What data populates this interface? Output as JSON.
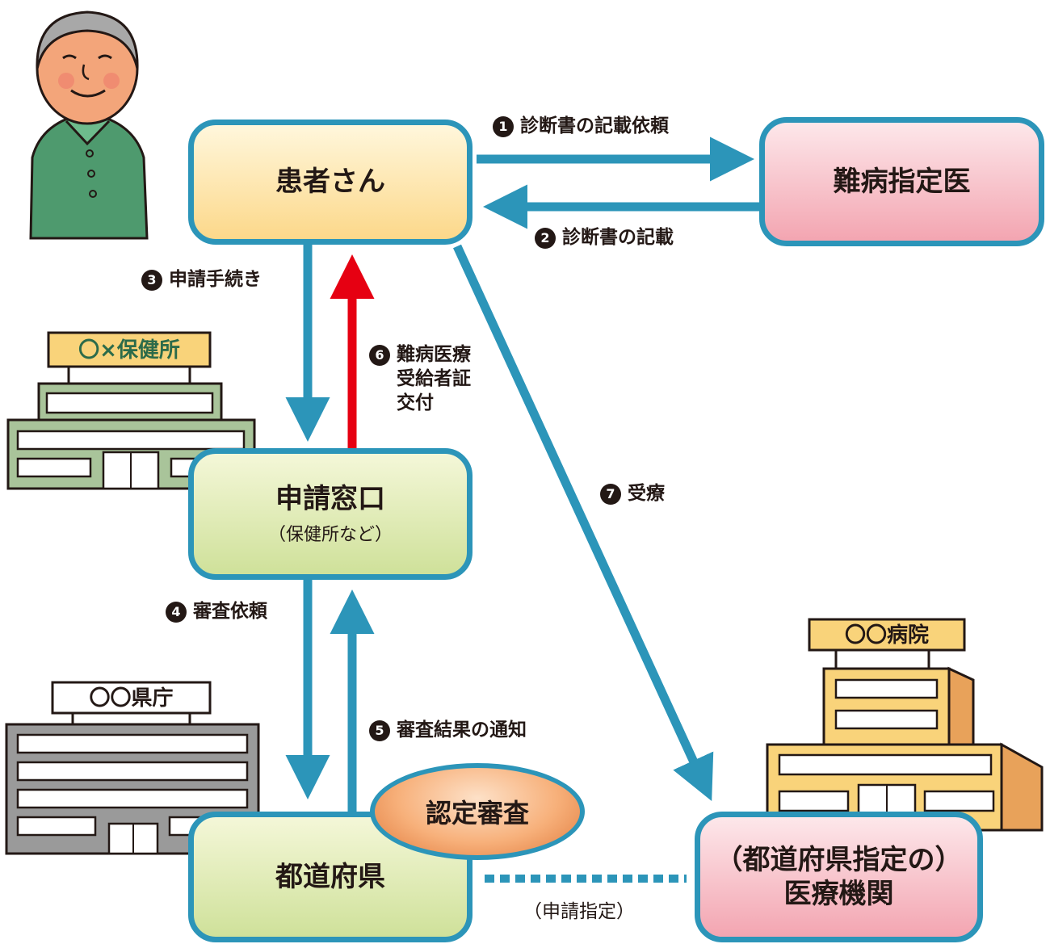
{
  "nodes": {
    "patient": "患者さん",
    "designated_doctor": "難病指定医",
    "window": "申請窓口",
    "window_sub": "（保健所など）",
    "prefecture": "都道府県",
    "institution_line1": "（都道府県指定の）",
    "institution_line2": "医療機関",
    "review": "認定審査"
  },
  "steps": [
    {
      "num": "1",
      "text": "診断書の記載依頼"
    },
    {
      "num": "2",
      "text": "診断書の記載"
    },
    {
      "num": "3",
      "text": "申請手続き"
    },
    {
      "num": "4",
      "text": "審査依頼"
    },
    {
      "num": "5",
      "text": "審査結果の通知"
    },
    {
      "num": "6",
      "lines": [
        "難病医療",
        "受給者証",
        "交付"
      ]
    },
    {
      "num": "7",
      "text": "受療"
    }
  ],
  "designation_label": "（申請指定）",
  "signs": {
    "health_center": "〇×保健所",
    "prefectural_office": "〇〇県庁",
    "hospital": "〇〇病院"
  },
  "colors": {
    "arrow": "#2c95b9",
    "arrow_issue": "#e60012",
    "patient_fill": "#fcd88a",
    "doctor_fill": "#f3a5b1",
    "window_fill": "#cfe19a"
  }
}
